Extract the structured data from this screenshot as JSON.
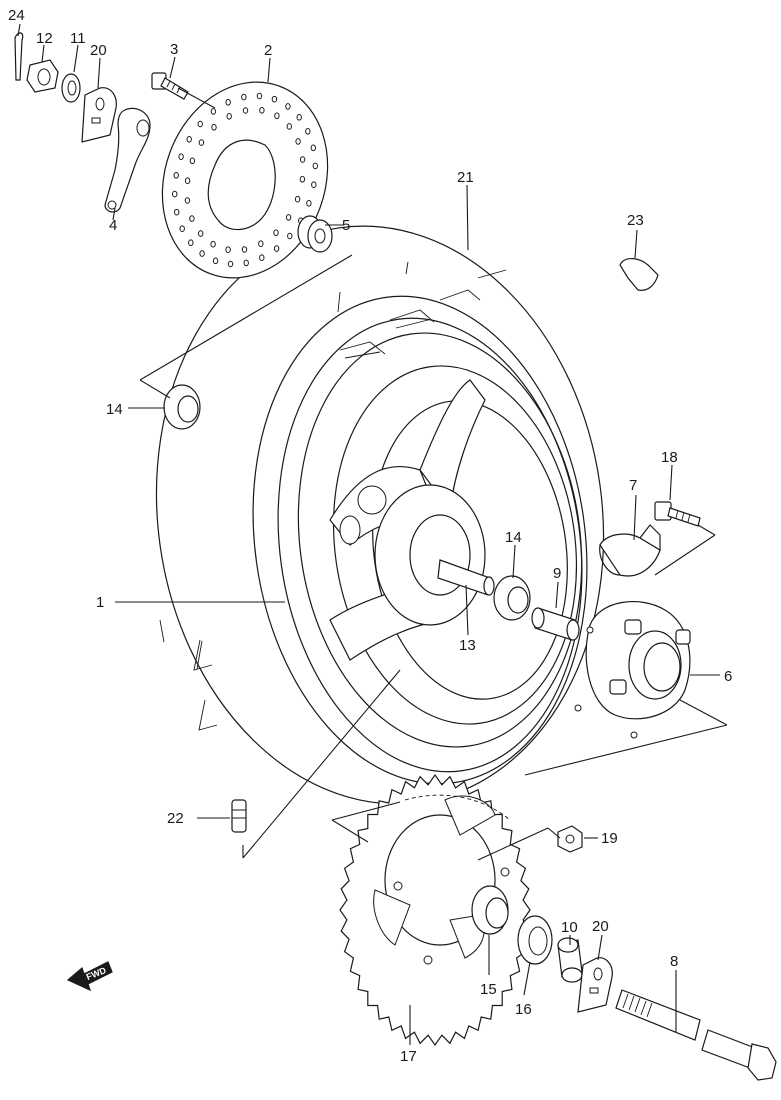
{
  "callouts": [
    {
      "id": "1",
      "text": "1"
    },
    {
      "id": "2",
      "text": "2"
    },
    {
      "id": "3",
      "text": "3"
    },
    {
      "id": "4",
      "text": "4"
    },
    {
      "id": "5",
      "text": "5"
    },
    {
      "id": "6",
      "text": "6"
    },
    {
      "id": "7",
      "text": "7"
    },
    {
      "id": "8",
      "text": "8"
    },
    {
      "id": "9",
      "text": "9"
    },
    {
      "id": "10",
      "text": "10"
    },
    {
      "id": "11",
      "text": "11"
    },
    {
      "id": "12",
      "text": "12"
    },
    {
      "id": "13",
      "text": "13"
    },
    {
      "id": "14a",
      "text": "14"
    },
    {
      "id": "14b",
      "text": "14"
    },
    {
      "id": "15",
      "text": "15"
    },
    {
      "id": "16",
      "text": "16"
    },
    {
      "id": "17",
      "text": "17"
    },
    {
      "id": "18",
      "text": "18"
    },
    {
      "id": "19",
      "text": "19"
    },
    {
      "id": "20a",
      "text": "20"
    },
    {
      "id": "20b",
      "text": "20"
    },
    {
      "id": "21",
      "text": "21"
    },
    {
      "id": "22",
      "text": "22"
    },
    {
      "id": "23",
      "text": "23"
    },
    {
      "id": "24",
      "text": "24"
    }
  ],
  "fwd_badge": {
    "text": "FWD"
  }
}
